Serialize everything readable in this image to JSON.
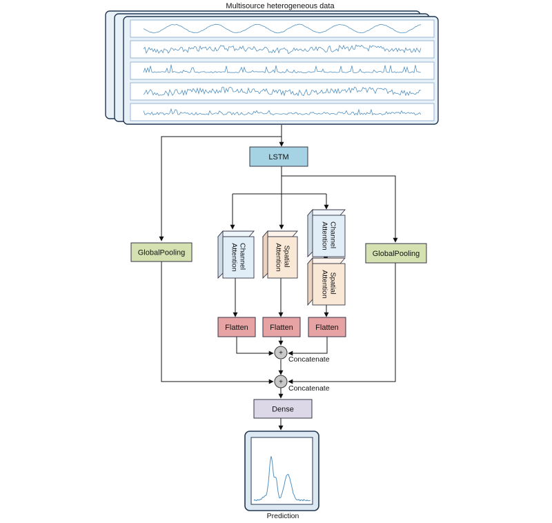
{
  "title": "Multisource heterogeneous data",
  "nodes": {
    "lstm": "LSTM",
    "global_pooling_left": "GlobalPooling",
    "global_pooling_right": "GlobalPooling",
    "channel_attention_1": [
      "Channel",
      "Attention"
    ],
    "spatial_attention_1": [
      "Spatial",
      "Attention"
    ],
    "channel_attention_2": [
      "Channel",
      "Attention"
    ],
    "spatial_attention_2": [
      "Spatial",
      "Attention"
    ],
    "flatten_1": "Flatten",
    "flatten_2": "Flatten",
    "flatten_3": "Flatten",
    "concat_symbol": "+",
    "concatenate_1": "Concatenate",
    "concatenate_2": "Concatenate",
    "dense": "Dense",
    "prediction": "Prediction"
  },
  "colors": {
    "data_panel_fill": "#e8f1f8",
    "data_panel_border": "#1f3550",
    "signal_line": "#4f8fc0",
    "lstm_fill": "#a6d3e3",
    "global_pooling_fill": "#d6e1b2",
    "channel_attention_fill": "#e1eef8",
    "spatial_attention_fill": "#fae8d6",
    "flatten_fill": "#e7a3a3",
    "dense_fill": "#dcd8e8",
    "concat_fill": "#c8c8c8",
    "arrow": "#111111"
  }
}
